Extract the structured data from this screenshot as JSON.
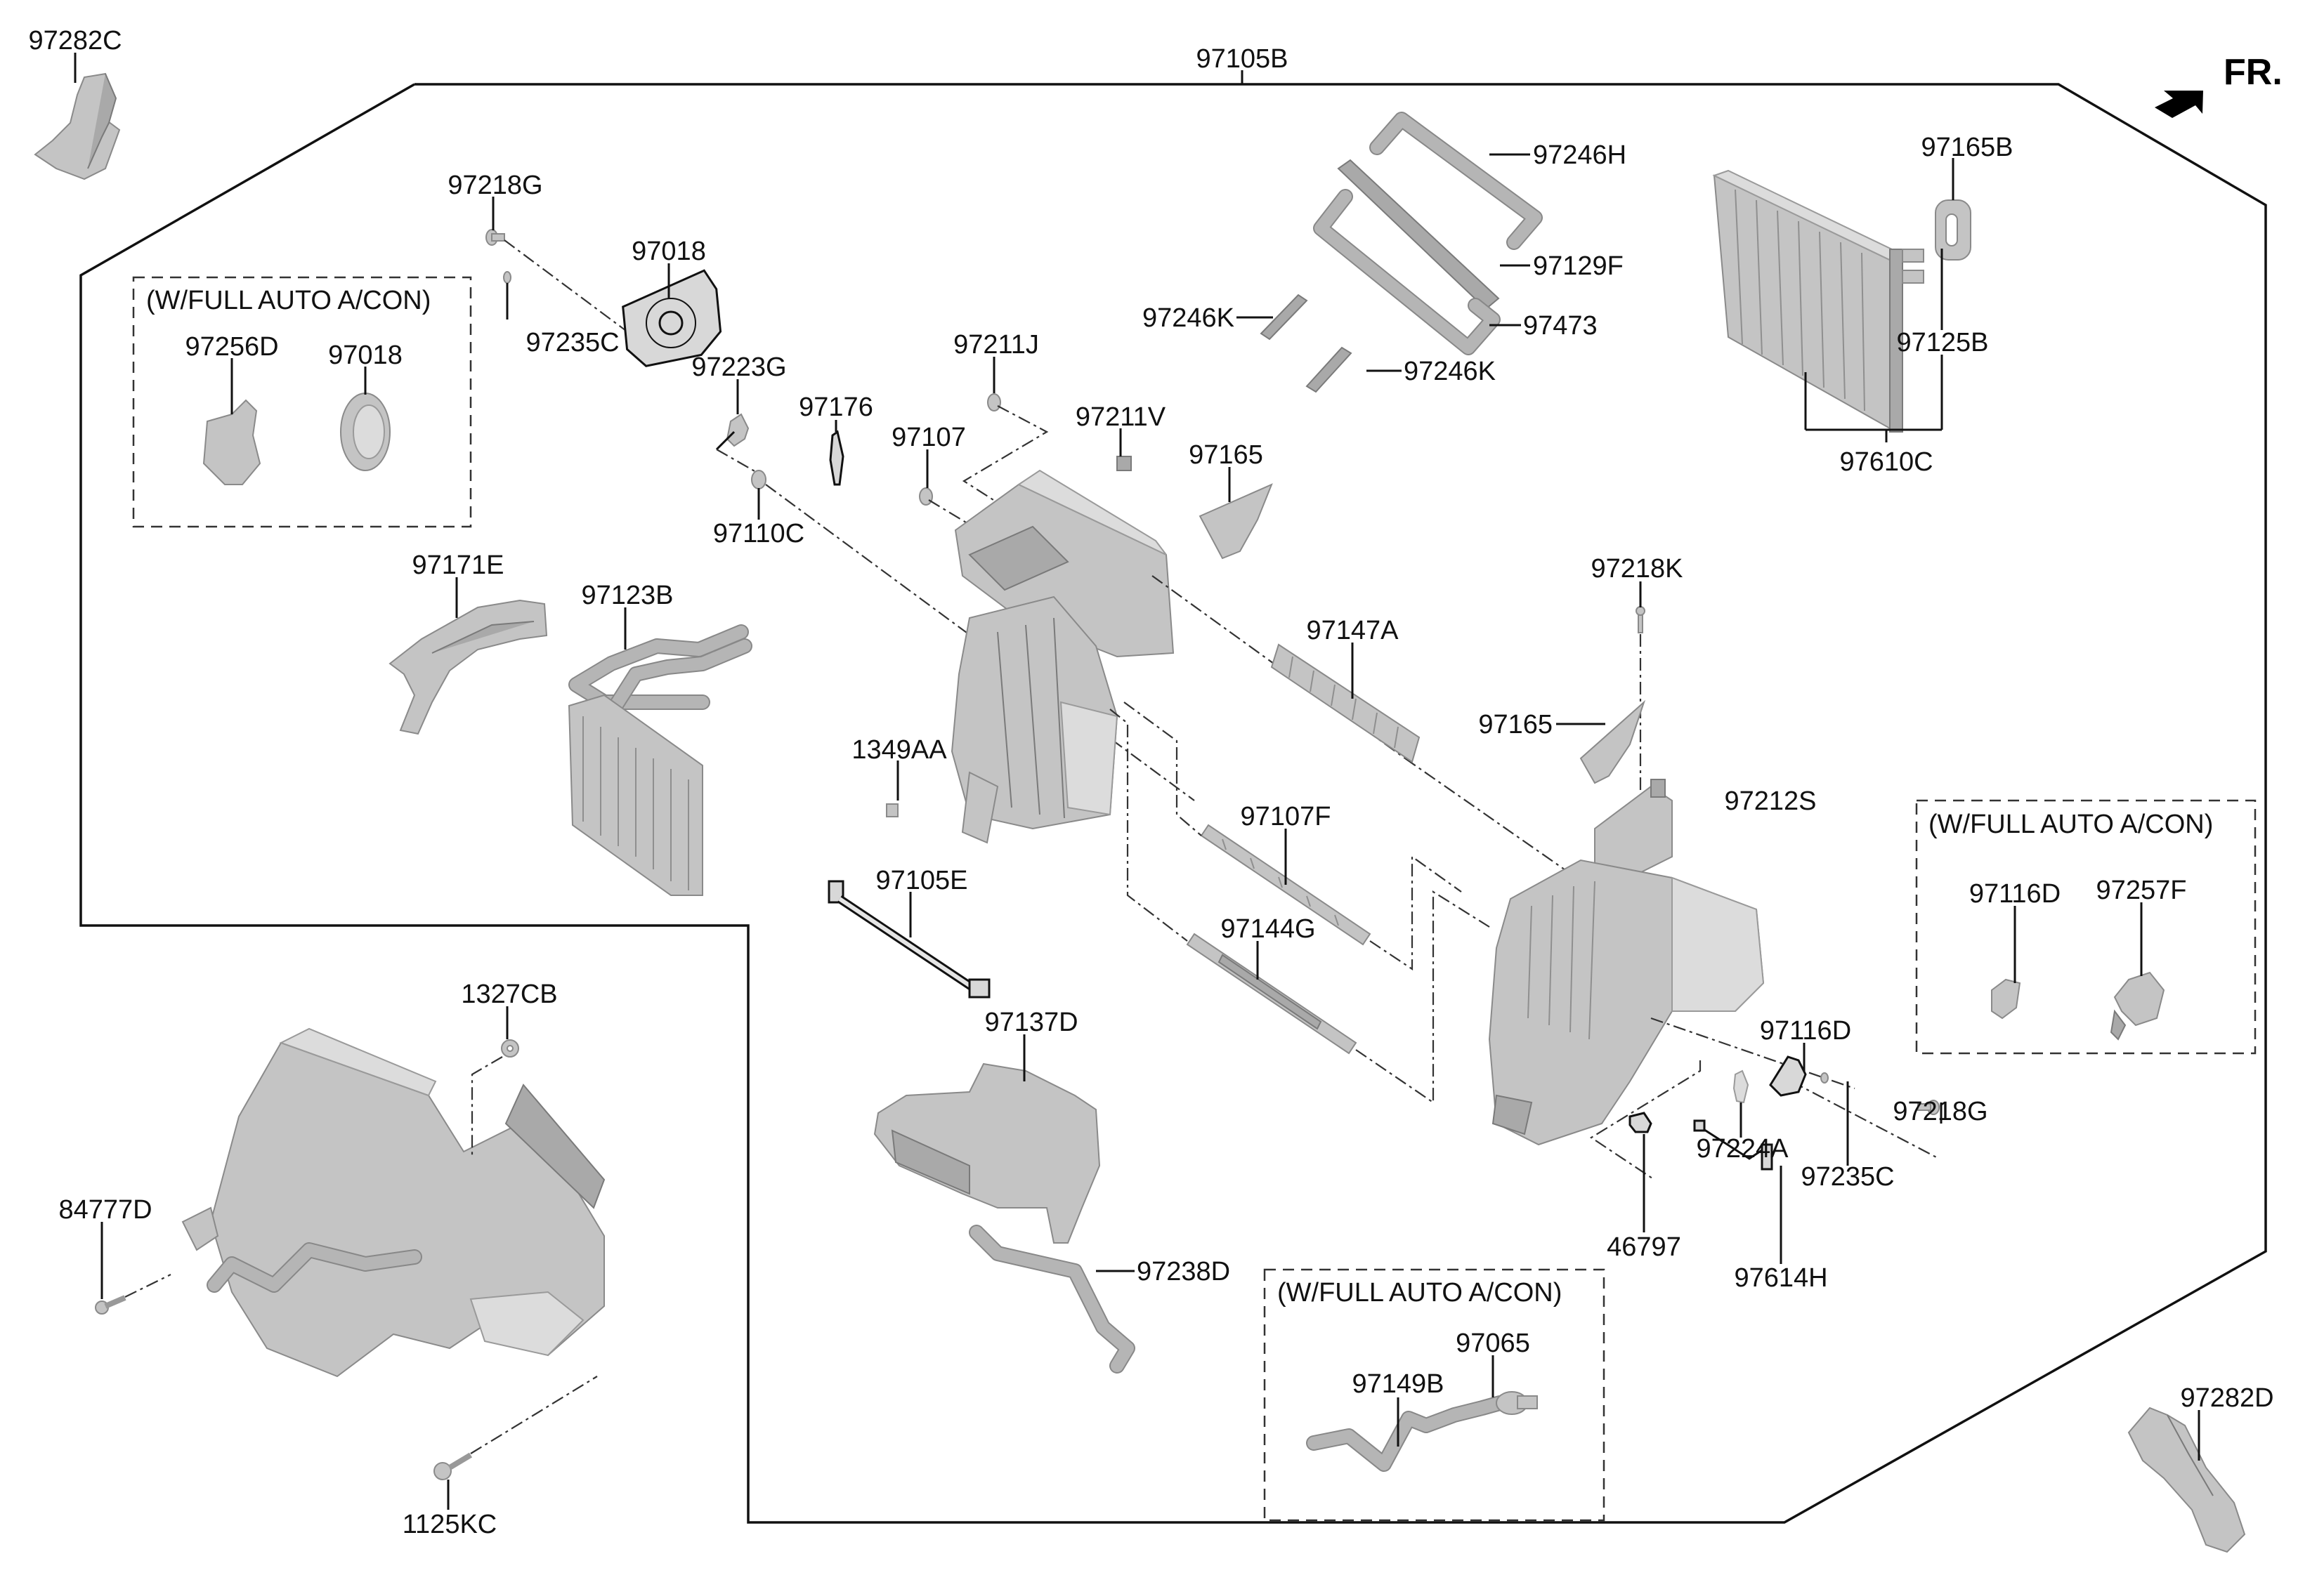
{
  "diagram": {
    "title": "Heater & A/C unit exploded parts diagram",
    "orientation_marker": {
      "label": "FR.",
      "icon": "front-direction-arrow-icon"
    },
    "assembly_label": "97105B",
    "option_groups": [
      {
        "header": "(W/FULL AUTO A/CON)",
        "parts": [
          "97256D",
          "97018"
        ]
      },
      {
        "header": "(W/FULL AUTO A/CON)",
        "parts": [
          "97116D",
          "97257F"
        ]
      },
      {
        "header": "(W/FULL AUTO A/CON)",
        "parts": [
          "97149B",
          "97065"
        ]
      }
    ],
    "parts": {
      "p97282C": "97282C",
      "p97105B": "97105B",
      "p97218G_a": "97218G",
      "p97018_a": "97018",
      "p97235C_a": "97235C",
      "p97256D": "97256D",
      "p97018_b": "97018",
      "p97246H": "97246H",
      "p97129F": "97129F",
      "p97246K_a": "97246K",
      "p97473": "97473",
      "p97246K_b": "97246K",
      "p97165B": "97165B",
      "p97125B": "97125B",
      "p97610C": "97610C",
      "p97223G": "97223G",
      "p97176": "97176",
      "p97211J": "97211J",
      "p97107": "97107",
      "p97211V": "97211V",
      "p97165_a": "97165",
      "p97110C": "97110C",
      "p97171E": "97171E",
      "p97123B": "97123B",
      "p97218K": "97218K",
      "p97147A": "97147A",
      "p97165_b": "97165",
      "p97212S": "97212S",
      "p1349AA": "1349AA",
      "p97107F": "97107F",
      "p97105E": "97105E",
      "p97144G": "97144G",
      "p97116D_a": "97116D",
      "p97257F": "97257F",
      "p97116D_b": "97116D",
      "p97218G_b": "97218G",
      "p97224A": "97224A",
      "p97235C_b": "97235C",
      "p46797": "46797",
      "p97614H": "97614H",
      "p1327CB": "1327CB",
      "p84777D": "84777D",
      "p1125KC": "1125KC",
      "p97137D": "97137D",
      "p97238D": "97238D",
      "p97149B": "97149B",
      "p97065": "97065",
      "p97282D": "97282D"
    }
  }
}
